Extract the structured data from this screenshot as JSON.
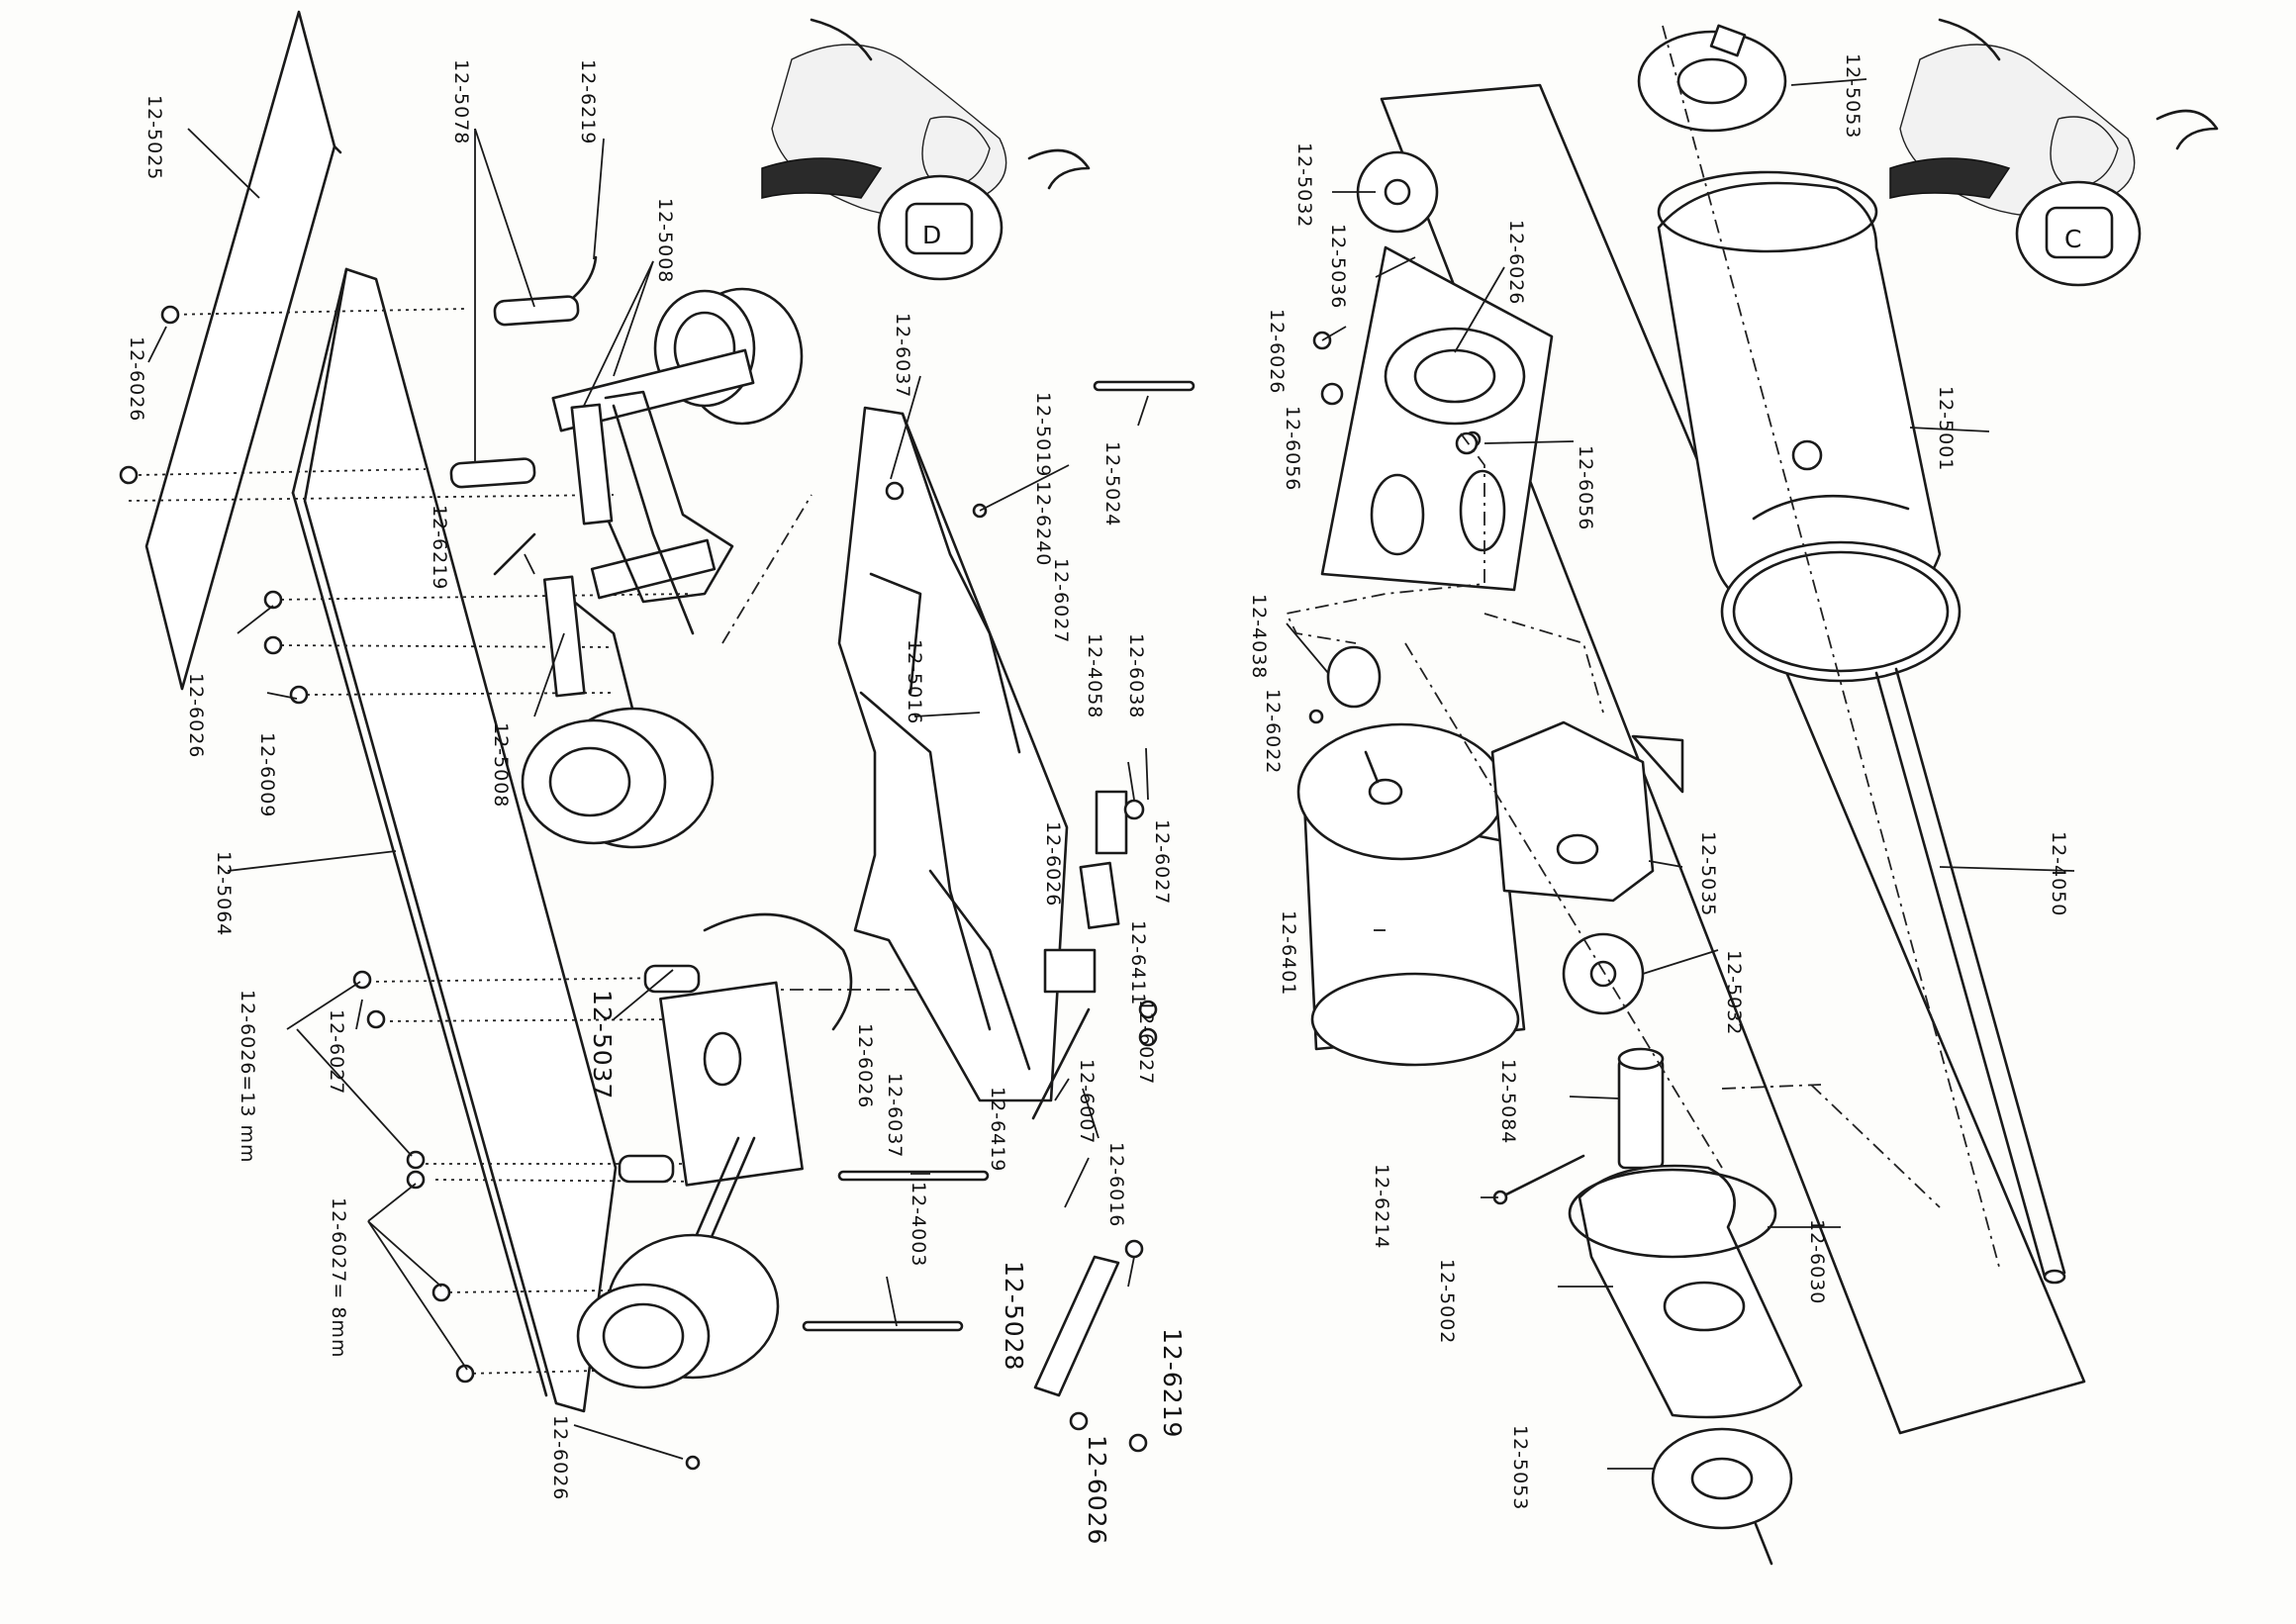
{
  "figure": {
    "left_badge_letter": "D",
    "right_badge_letter": "C"
  },
  "labels": {
    "l5025": "12-5025",
    "l6026_left_top": "12-6026",
    "l6026_left_bottom": "12-6026",
    "l6009": "12-6009",
    "l5064": "12-5064",
    "l6026_13": "12-6026=13 mm",
    "l6027_left": "12-6027",
    "l6027_8": "12-6027= 8mm",
    "l6026_bottom": "12-6026",
    "l5078": "12-5078",
    "l6219_top": "12-6219",
    "l5008_top": "12-5008",
    "l6219_mid": "12-6219",
    "l5008_bottom": "12-5008",
    "l5037_big": "12-5037",
    "l6037_top": "12-6037",
    "l5019": "12-5019",
    "l6240": "12-6240",
    "l5024": "12-5024",
    "l6027_mid": "12-6027",
    "l5016": "12-5016",
    "l4058": "12-4058",
    "l6038": "12-6038",
    "l6026_mid": "12-6026",
    "l6027_r1": "12-6027",
    "l6411": "12-6411",
    "l6027_r2": "12-6027",
    "l6026_chassis": "12-6026",
    "l6037_bottom": "12-6037",
    "l6419": "12-6419",
    "l6007": "12-6007",
    "l6016": "12-6016",
    "l4003": "12-4003",
    "l5028": "12-5028",
    "l6219_big": "12-6219",
    "l6026_big": "12-6026",
    "l5032_top": "12-5032",
    "l5036": "12-5036",
    "l6026_r_top": "12-6026",
    "l6026_r_side": "12-6026",
    "l6056_left": "12-6056",
    "l6056_right": "12-6056",
    "l4038": "12-4038",
    "l6022": "12-6022",
    "l6401": "12-6401",
    "l5035": "12-5035",
    "l5032_bottom": "12-5032",
    "l5084": "12-5084",
    "l6214": "12-6214",
    "l5002": "12-5002",
    "l6030": "12-6030",
    "l5053_bottom": "12-5053",
    "l5053_top": "12-5053",
    "l5001": "12-5001",
    "l4050": "12-4050"
  }
}
